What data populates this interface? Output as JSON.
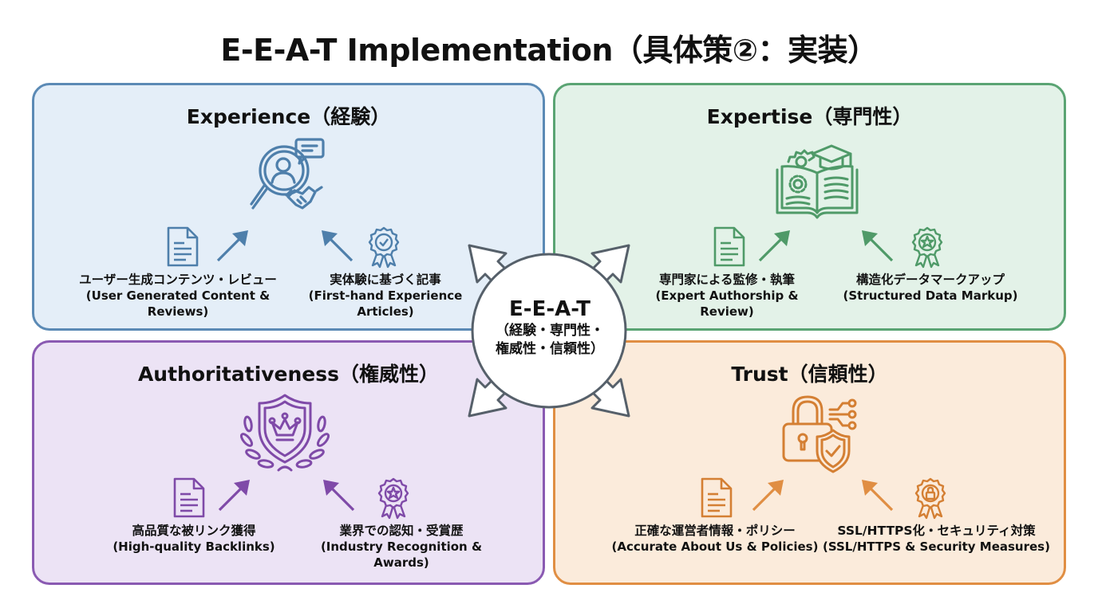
{
  "title": "E-E-A-T Implementation（具体策②：実装）",
  "colors": {
    "experience": "#5b8ab5",
    "expertise": "#5aa473",
    "authoritativeness": "#8a5ab2",
    "trust": "#e08e43",
    "hub_stroke": "#56606a"
  },
  "center": {
    "heading": "E-E-A-T",
    "line1": "（経験・専門性・",
    "line2": "権威性・信頼性）"
  },
  "quadrants": [
    {
      "key": "experience",
      "title": "Experience（経験）",
      "main_icon": "magnifier-person-handshake-icon",
      "items": [
        {
          "icon": "document-icon",
          "ja": "ユーザー生成コンテンツ・レビュー",
          "en1": "(User Generated Content &",
          "en2": "Reviews)"
        },
        {
          "icon": "award-check-badge-icon",
          "ja": "実体験に基づく記事",
          "en1": "(First-hand Experience",
          "en2": "Articles)"
        }
      ]
    },
    {
      "key": "expertise",
      "title": "Expertise（専門性）",
      "main_icon": "book-gear-graduation-cap-icon",
      "items": [
        {
          "icon": "document-icon",
          "ja": "専門家による監修・執筆",
          "en1": "(Expert Authorship &",
          "en2": "Review)"
        },
        {
          "icon": "award-star-badge-icon",
          "ja": "構造化データマークアップ",
          "en1": "(Structured Data Markup)",
          "en2": ""
        }
      ]
    },
    {
      "key": "authoritativeness",
      "title": "Authoritativeness（権威性）",
      "main_icon": "shield-crown-laurel-icon",
      "items": [
        {
          "icon": "document-icon",
          "ja": "高品質な被リンク獲得",
          "en1": "(High-quality Backlinks)",
          "en2": ""
        },
        {
          "icon": "award-star-badge-icon",
          "ja": "業界での認知・受賞歴",
          "en1": "(Industry Recognition &",
          "en2": "Awards)"
        }
      ]
    },
    {
      "key": "trust",
      "title": "Trust（信頼性）",
      "main_icon": "padlock-shield-check-icon",
      "items": [
        {
          "icon": "document-icon",
          "ja": "正確な運営者情報・ポリシー",
          "en1": "(Accurate About Us & Policies)",
          "en2": ""
        },
        {
          "icon": "award-lock-badge-icon",
          "ja": "SSL/HTTPS化・セキュリティ対策",
          "en1": "(SSL/HTTPS & Security Measures)",
          "en2": ""
        }
      ]
    }
  ]
}
